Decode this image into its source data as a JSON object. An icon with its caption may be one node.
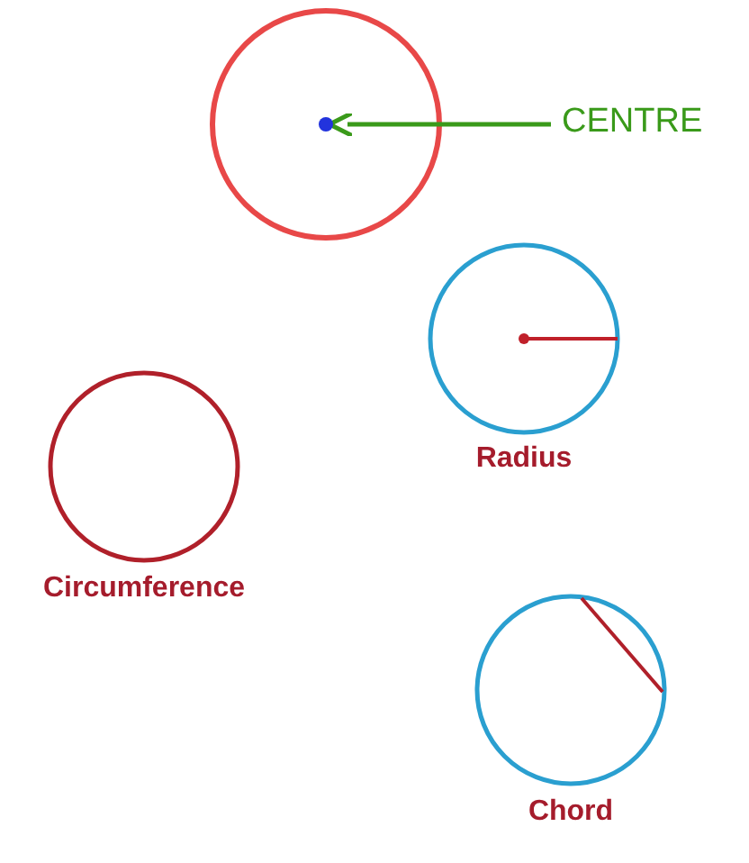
{
  "diagram": {
    "nodes": [
      {
        "text": [
          "CENTRE"
        ]
      },
      {
        "text": [],
        "shape": "circle"
      }
    ],
    "edges": [
      {
        "from": 0,
        "to": 1,
        "arrow": "to",
        "color": "#3a9a1a"
      }
    ],
    "labels": [
      "Radius",
      "Circumference",
      "Chord"
    ]
  }
}
